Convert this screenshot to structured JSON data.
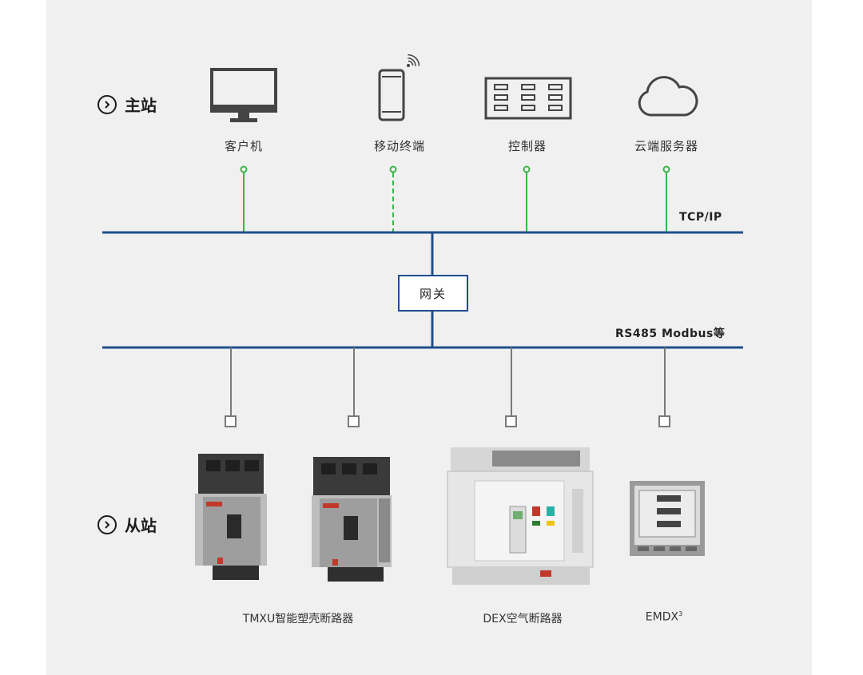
{
  "master_label": "主站",
  "slave_label": "从站",
  "masters": [
    {
      "label": "客户机",
      "icon": "monitor-icon",
      "link": "solid"
    },
    {
      "label": "移动终端",
      "icon": "mobile-phone-icon",
      "link": "dashed"
    },
    {
      "label": "控制器",
      "icon": "controller-panel-icon",
      "link": "solid"
    },
    {
      "label": "云端服务器",
      "icon": "cloud-icon",
      "link": "solid"
    }
  ],
  "buses": {
    "top": "TCP/IP",
    "bottom": "RS485 Modbus等"
  },
  "gateway": "网关",
  "products": {
    "tmxu": "TMXU智能塑壳断路器",
    "dex": "DEX空气断路器",
    "emdx": "EMDX",
    "emdx_sup": "3"
  },
  "colors": {
    "bus": "#1f4f8c",
    "link": "#3cb44a",
    "drop": "#7a7a7a"
  }
}
